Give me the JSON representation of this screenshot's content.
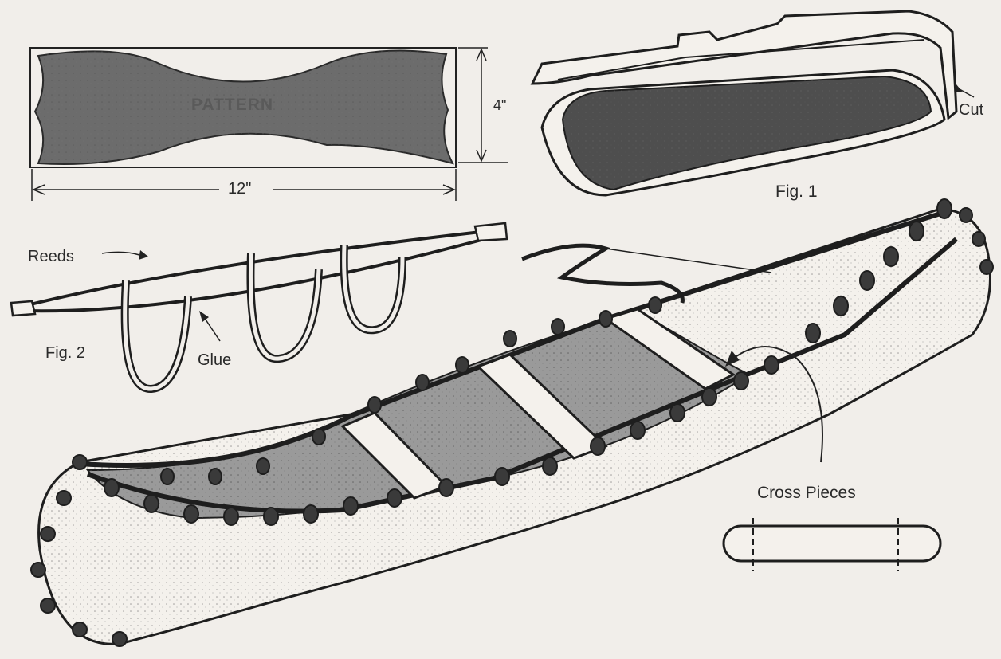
{
  "pattern": {
    "label": "PATTERN",
    "height_dim": "4\"",
    "width_dim": "12\""
  },
  "fig1": {
    "label": "Fig. 1",
    "cut_label": "Cut"
  },
  "fig2": {
    "label": "Fig. 2",
    "reeds_label": "Reeds",
    "glue_label": "Glue"
  },
  "cross_pieces": {
    "label": "Cross Pieces"
  },
  "colors": {
    "paper": "#f1eeea",
    "ink": "#1e1e1e",
    "bark_shade": "#3a3a3a"
  }
}
